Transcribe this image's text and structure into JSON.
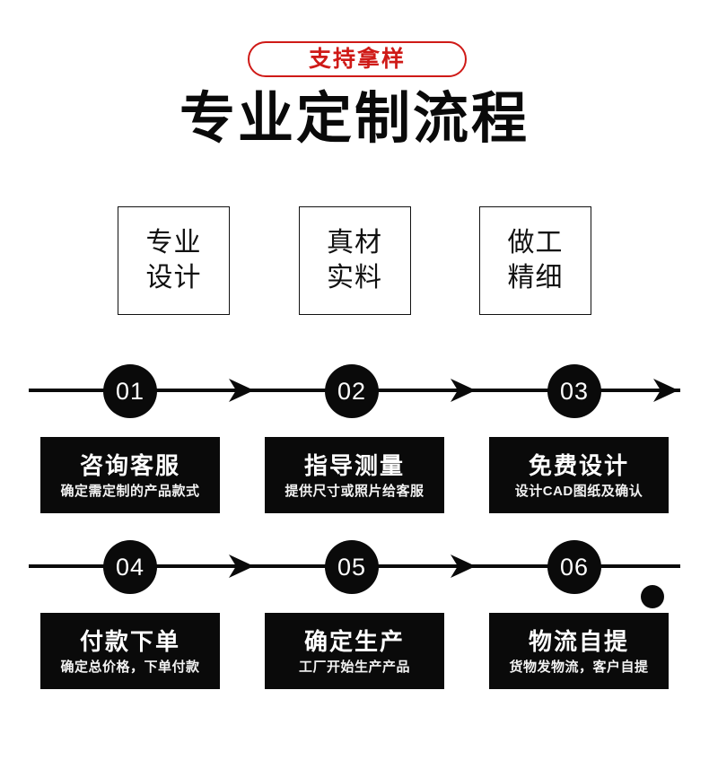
{
  "badge": {
    "label": "支持拿样"
  },
  "title": {
    "text": "专业定制流程"
  },
  "features": [
    {
      "line1": "专业",
      "line2": "设计"
    },
    {
      "line1": "真材",
      "line2": "实料"
    },
    {
      "line1": "做工",
      "line2": "精细"
    }
  ],
  "timeline": {
    "rows": [
      {
        "nodes": [
          "01",
          "02",
          "03"
        ],
        "end_marker": "arrow",
        "cards": [
          {
            "title": "咨询客服",
            "sub": "确定需定制的产品款式"
          },
          {
            "title": "指导测量",
            "sub": "提供尺寸或照片给客服"
          },
          {
            "title": "免费设计",
            "sub": "设计CAD图纸及确认"
          }
        ]
      },
      {
        "nodes": [
          "04",
          "05",
          "06"
        ],
        "end_marker": "dot",
        "cards": [
          {
            "title": "付款下单",
            "sub": "确定总价格，下单付款"
          },
          {
            "title": "确定生产",
            "sub": "工厂开始生产产品"
          },
          {
            "title": "物流自提",
            "sub": "货物发物流，客户自提"
          }
        ]
      }
    ]
  },
  "colors": {
    "accent_red": "#cf1a17",
    "ink": "#0a0a0a",
    "background": "#ffffff"
  }
}
